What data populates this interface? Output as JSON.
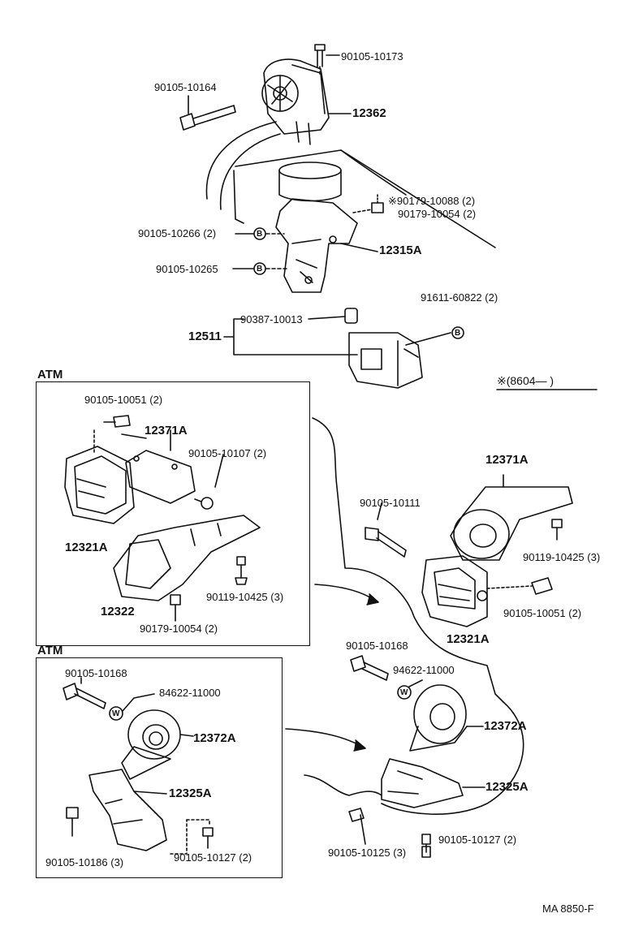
{
  "labels": {
    "p90105_10173": "90105-10173",
    "p90105_10164": "90105-10164",
    "p12362": "12362",
    "p90179_10088": "※90179-10088 (2)",
    "p90179_10054": "90179-10054 (2)",
    "p90105_10266": "90105-10266 (2)",
    "p12315A": "12315A",
    "p90105_10265": "90105-10265",
    "p91611_60822": "91611-60822 (2)",
    "p90387_10013": "90387-10013",
    "p12511": "12511",
    "note_8604": "※(8604—        )",
    "atm_top": "ATM",
    "a_90105_10051": "90105-10051 (2)",
    "a_12371A": "12371A",
    "a_90105_10107": "90105-10107 (2)",
    "a_12321A": "12321A",
    "a_12322": "12322",
    "a_90119_10425": "90119-10425 (3)",
    "a_90179_10054": "90179-10054 (2)",
    "r_12371A": "12371A",
    "r_90105_10111": "90105-10111",
    "r_90119_10425": "90119-10425 (3)",
    "r_90105_10051": "90105-10051 (2)",
    "r_12321A": "12321A",
    "atm_bottom": "ATM",
    "b_90105_10168": "90105-10168",
    "b_84622_11000": "84622-11000",
    "b_12372A": "12372A",
    "b_12325A": "12325A",
    "b_90105_10186": "90105-10186 (3)",
    "b_90105_10127": "90105-10127 (2)",
    "s_90105_10168": "90105-10168",
    "s_94622_11000": "94622-11000",
    "s_12372A": "12372A",
    "s_12325A": "12325A",
    "s_90105_10127": "90105-10127 (2)",
    "s_90105_10125": "90105-10125 (3)",
    "footer": "MA  8850-F"
  },
  "symbols": {
    "washer_marker": "W",
    "bolt_marker": "B"
  }
}
